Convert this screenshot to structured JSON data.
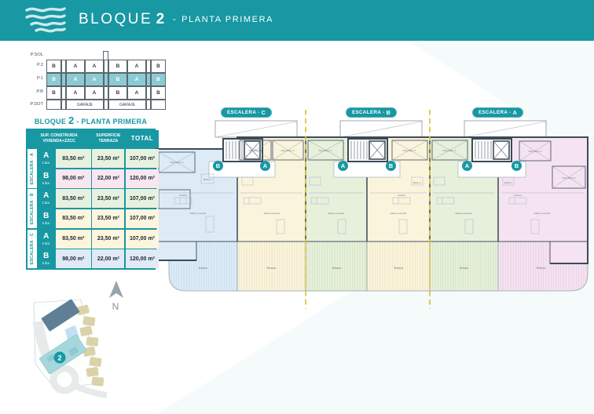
{
  "palette": {
    "teal": "#1798a3",
    "dash_yellow": "#dcc83e",
    "apartment_blue": "#dcebf6",
    "apartment_cream": "#fbf4dd",
    "apartment_green": "#e6f0db",
    "apartment_pink": "#f5e3f1",
    "wall_dark": "#3d4a57"
  },
  "header": {
    "title_word": "BLOQUE",
    "title_number": "2",
    "title_sep": "-",
    "title_sub": "PLANTA PRIMERA"
  },
  "section_diagram": {
    "floors": [
      "P.SOL",
      "P.2",
      "P.1",
      "P.B",
      "P.SOT"
    ],
    "p2": [
      "B",
      "A",
      "A",
      "B",
      "A",
      "B"
    ],
    "p1": [
      "B",
      "A",
      "A",
      "B",
      "A",
      "B"
    ],
    "pb": [
      "B",
      "A",
      "A",
      "B",
      "A",
      "B"
    ],
    "garaje": "GARAJE"
  },
  "spec_table": {
    "title_word": "BLOQUE",
    "title_number": "2",
    "title_rest": "- PLANTA PRIMERA",
    "h1a": "SUP. CONSTRUIDA",
    "h1b": "VIVIENDA+ZZCC",
    "h2a": "SUPERFICIE",
    "h2b": "TERRAZA",
    "h3": "TOTAL",
    "groups": [
      {
        "prefix": "ESCALERA -",
        "letter": "A",
        "rows": [
          {
            "letter": "A",
            "dorms": "2 dor.",
            "built": "83,50 m²",
            "terrace": "23,50 m²",
            "total": "107,00 m²"
          },
          {
            "letter": "B",
            "dorms": "3 dor.",
            "built": "98,00 m²",
            "terrace": "22,00 m²",
            "total": "120,00 m²"
          }
        ]
      },
      {
        "prefix": "ESCALERA -",
        "letter": "B",
        "rows": [
          {
            "letter": "A",
            "dorms": "2 dor.",
            "built": "83,50 m²",
            "terrace": "23,50 m²",
            "total": "107,00 m²"
          },
          {
            "letter": "B",
            "dorms": "2 dor.",
            "built": "83,50 m²",
            "terrace": "23,50 m²",
            "total": "107,00 m²"
          }
        ]
      },
      {
        "prefix": "ESCALERA -",
        "letter": "C",
        "rows": [
          {
            "letter": "A",
            "dorms": "2 dor.",
            "built": "83,50 m²",
            "terrace": "23,50 m²",
            "total": "107,00 m²"
          },
          {
            "letter": "B",
            "dorms": "3 dor.",
            "built": "98,00 m²",
            "terrace": "22,00 m²",
            "total": "120,00 m²"
          }
        ]
      }
    ]
  },
  "plan": {
    "stairs": [
      {
        "prefix": "ESCALERA -",
        "letter": "C"
      },
      {
        "prefix": "ESCALERA -",
        "letter": "B"
      },
      {
        "prefix": "ESCALERA -",
        "letter": "A"
      }
    ],
    "markers": [
      "B",
      "A",
      "A",
      "B",
      "A",
      "B"
    ],
    "labels": {
      "dorm1": "Dormitorio 1",
      "dorm2": "Dormitorio 2",
      "salon": "Salón-comedor",
      "cocina": "Cocina",
      "bano": "Baño 1",
      "terraza": "Terraza"
    }
  },
  "site_plan": {
    "north": "N",
    "badge": "2"
  }
}
